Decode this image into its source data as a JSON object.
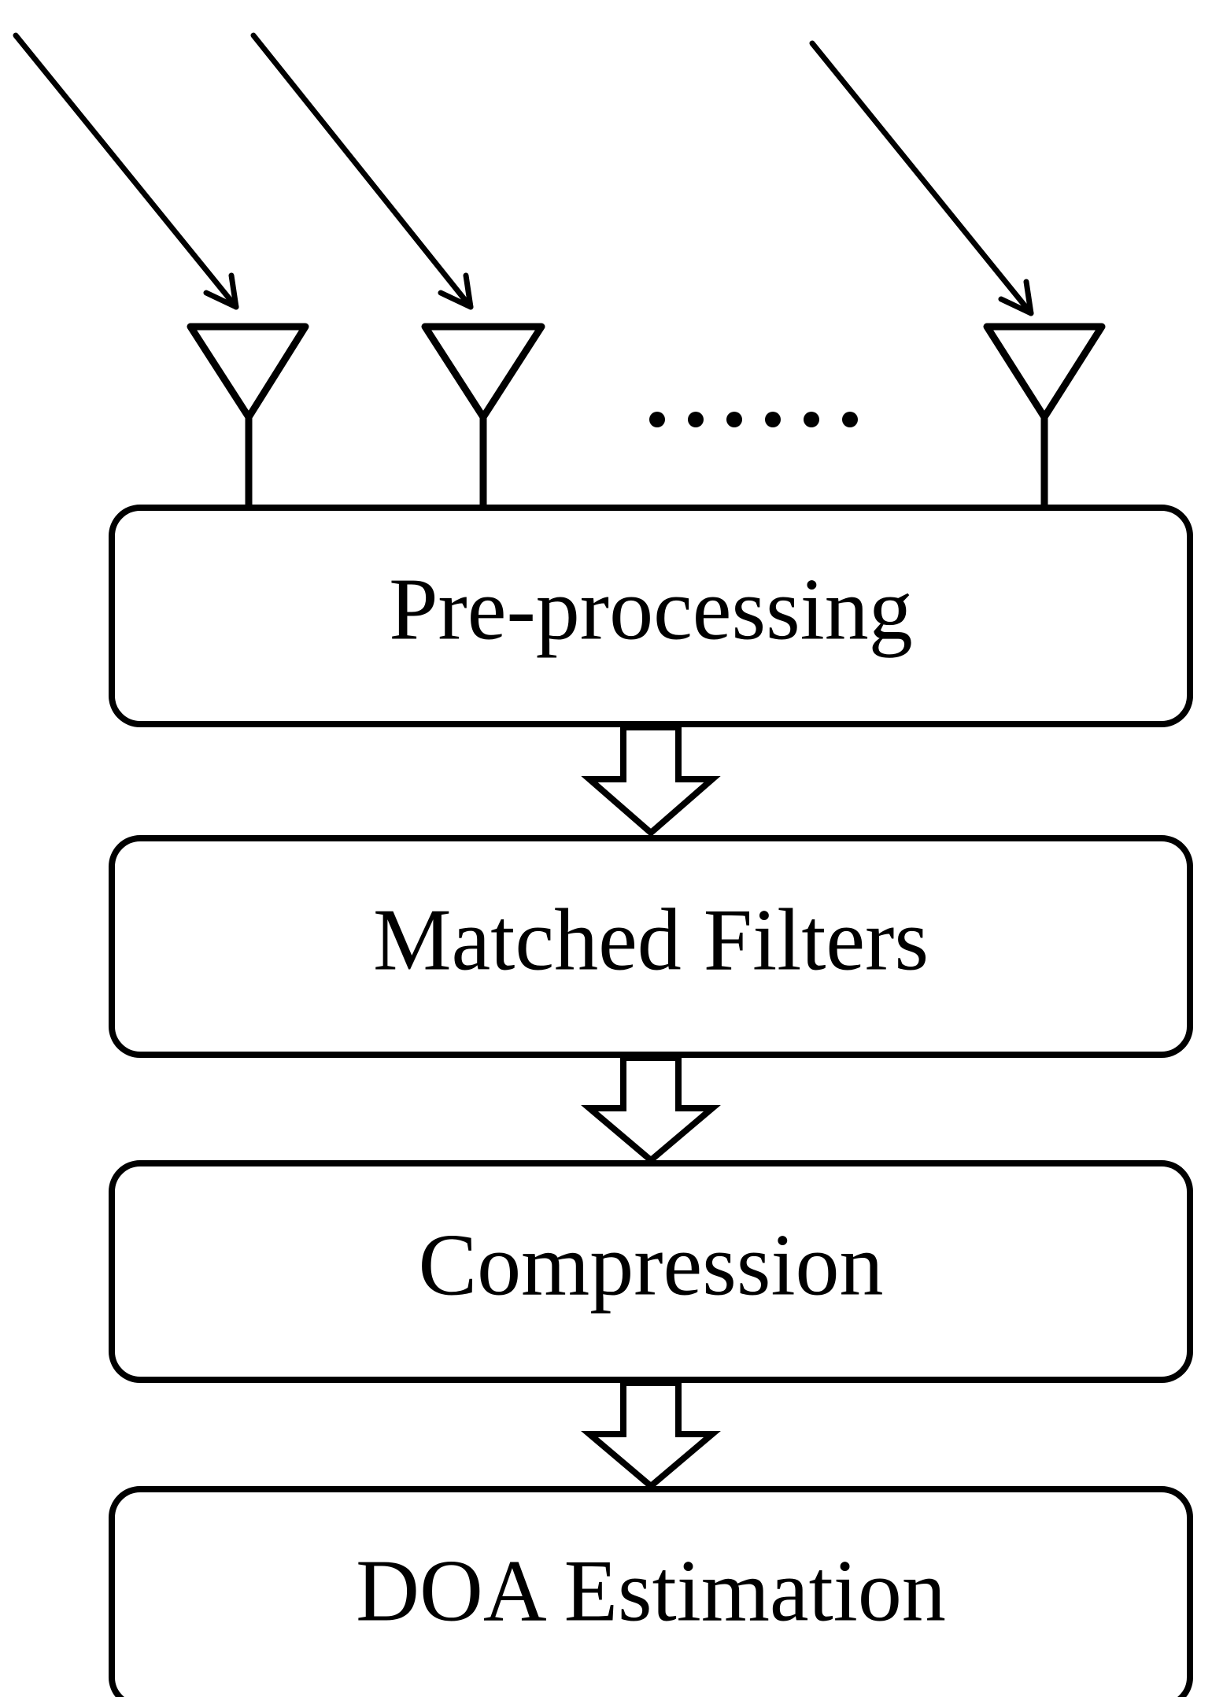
{
  "diagram": {
    "antenna_count_shown": 3,
    "continuation_marker": "......",
    "blocks": [
      {
        "id": "preprocessing",
        "label": "Pre-processing"
      },
      {
        "id": "matched-filters",
        "label": "Matched Filters"
      },
      {
        "id": "compression",
        "label": "Compression"
      },
      {
        "id": "doa-estimation",
        "label": "DOA Estimation"
      }
    ],
    "colors": {
      "stroke": "#000000",
      "background": "#ffffff"
    }
  }
}
